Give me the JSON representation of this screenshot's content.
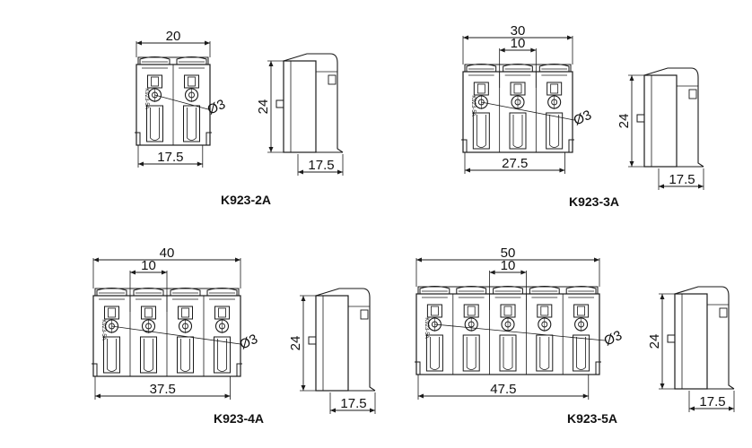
{
  "models": [
    {
      "id": "k923-2a",
      "label": "K923-2A",
      "poles": 2,
      "width_label": "20",
      "pitch_label": "",
      "base_label": "17.5",
      "height_label": "24",
      "side_depth_label": "17.5",
      "hole_label": "Ø3"
    },
    {
      "id": "k923-3a",
      "label": "K923-3A",
      "poles": 3,
      "width_label": "30",
      "pitch_label": "10",
      "base_label": "27.5",
      "height_label": "24",
      "side_depth_label": "17.5",
      "hole_label": "Ø3"
    },
    {
      "id": "k923-4a",
      "label": "K923-4A",
      "poles": 4,
      "width_label": "40",
      "pitch_label": "10",
      "base_label": "37.5",
      "height_label": "24",
      "side_depth_label": "17.5",
      "hole_label": "Ø3"
    },
    {
      "id": "k923-5a",
      "label": "K923-5A",
      "poles": 5,
      "width_label": "50",
      "pitch_label": "10",
      "base_label": "47.5",
      "height_label": "24",
      "side_depth_label": "17.5",
      "hole_label": "Ø3"
    }
  ],
  "body_marking": "K923-5A",
  "colors": {
    "line": "#1a1a1a",
    "background": "#ffffff"
  }
}
